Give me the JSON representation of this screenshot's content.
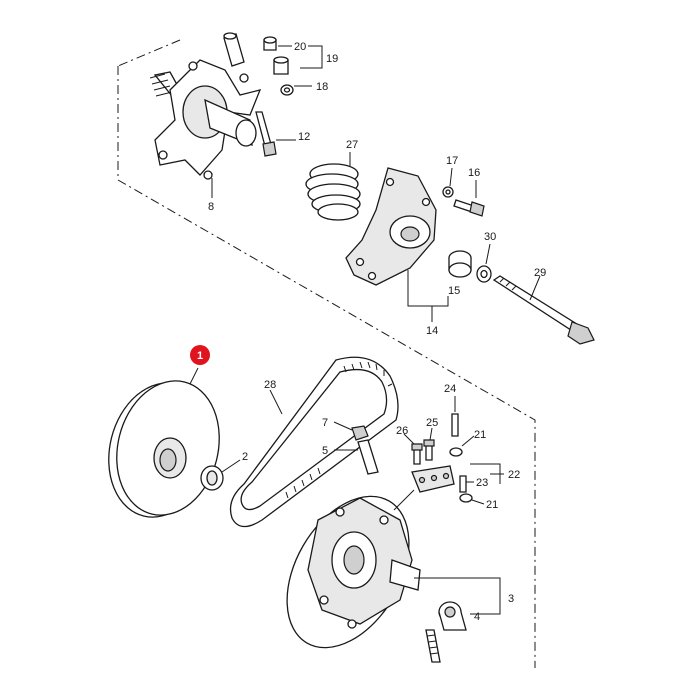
{
  "highlight": {
    "label": "1",
    "color": "#e0141e"
  },
  "callouts": {
    "c2": "2",
    "c3": "3",
    "c4": "4",
    "c5": "5",
    "c7": "7",
    "c8": "8",
    "c12": "12",
    "c14": "14",
    "c15": "15",
    "c16": "16",
    "c17": "17",
    "c18": "18",
    "c19": "19",
    "c20": "20",
    "c21a": "21",
    "c21b": "21",
    "c22": "22",
    "c23": "23",
    "c24": "24",
    "c25": "25",
    "c26": "26",
    "c27": "27",
    "c28": "28",
    "c29": "29",
    "c30": "30"
  }
}
